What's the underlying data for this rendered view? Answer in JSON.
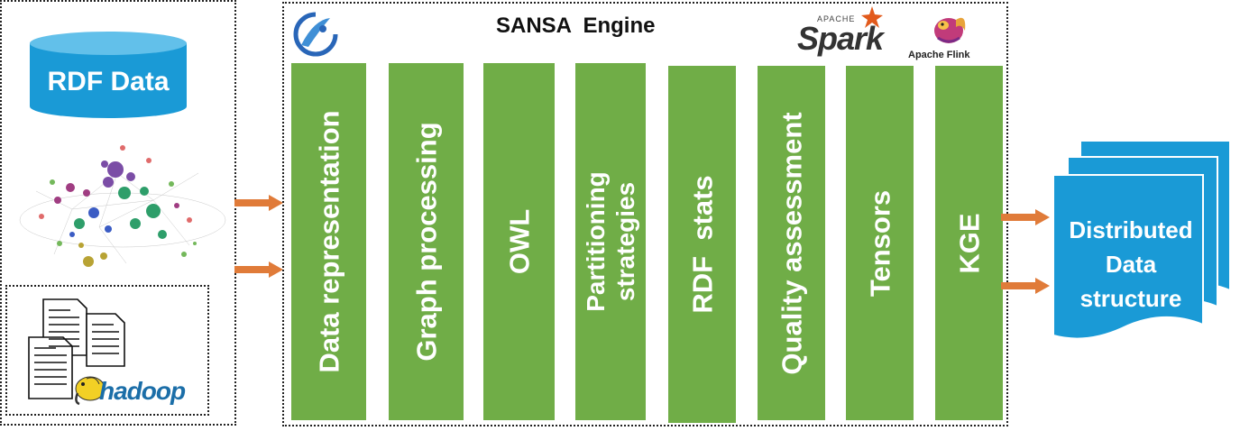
{
  "left_panel": {
    "rdf_data_label": "RDF Data",
    "hadoop_label": "hadoop"
  },
  "engine": {
    "title": "SANSA  Engine",
    "spark_apache": "APACHE",
    "spark_label": "Spark",
    "flink_label": "Apache Flink",
    "columns": [
      {
        "label": "Data representation"
      },
      {
        "label": "Graph processing"
      },
      {
        "label": "OWL"
      },
      {
        "label": "Partitioning\nstrategies"
      },
      {
        "label": "RDF  stats"
      },
      {
        "label": "Quality assessment"
      },
      {
        "label": "Tensors"
      },
      {
        "label": "KGE"
      }
    ]
  },
  "output": {
    "label": "Distributed Data structure"
  },
  "colors": {
    "green": "#70ad47",
    "blue": "#1a9ad6",
    "arrow": "#e07b39"
  }
}
